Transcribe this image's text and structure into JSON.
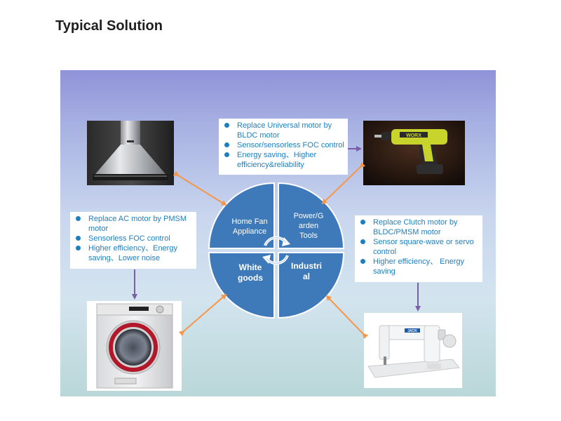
{
  "title": "Typical Solution",
  "quadrants": {
    "top_left": {
      "line1": "Home Fan",
      "line2": "Appliance"
    },
    "top_right": {
      "line1": "Power/G",
      "line2": "arden",
      "line3": "Tools"
    },
    "bottom_left": {
      "line1": "White",
      "line2": "goods"
    },
    "bottom_right": {
      "line1": "Industri",
      "line2": "al"
    }
  },
  "boxes": {
    "power_tools": {
      "items": [
        {
          "line1": "Replace Universal motor by",
          "line2": "BLDC motor"
        },
        {
          "line1": "Sensor/sensorless FOC control"
        },
        {
          "line1": "Energy saving、Higher",
          "line2": "efficiency&reliability"
        }
      ]
    },
    "home_appliance": {
      "items": [
        {
          "line1": "Replace AC motor by PMSM",
          "line2": "motor"
        },
        {
          "line1": "Sensorless FOC control"
        },
        {
          "line1": "Higher efficiency、Energy",
          "line2": "saving、Lower noise"
        }
      ]
    },
    "industrial": {
      "items": [
        {
          "line1": "Replace Clutch motor by",
          "line2": "BLDC/PMSM motor"
        },
        {
          "line1": "Sensor square-wave or servo",
          "line2": "control"
        },
        {
          "line1": "Higher efficiency、 Energy",
          "line2": "saving"
        }
      ]
    }
  },
  "photos": {
    "range_hood_label": "",
    "drill_brand": "WORX",
    "sewing_brand": "JACK"
  },
  "colors": {
    "quadrant_fill": "#3e7ab9",
    "quadrant_stroke": "#ffffff",
    "text_blue": "#1e7fbf",
    "arrow_orange": "#f79646",
    "arrow_purple": "#7a5fa8"
  }
}
